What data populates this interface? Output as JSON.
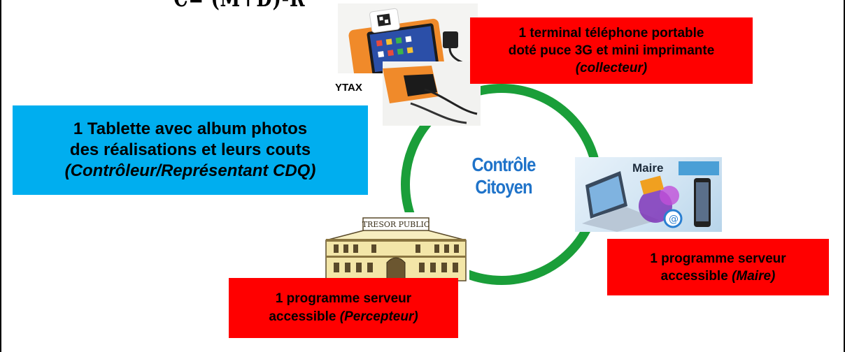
{
  "formula": "C= (M+D)-R",
  "center": {
    "line1": "Contrôle",
    "line2": "Citoyen"
  },
  "terminal": {
    "line1": "1 terminal téléphone portable",
    "line2": "doté puce 3G et mini imprimante",
    "line3": "(collecteur)",
    "device_label": "YTAX"
  },
  "tablette": {
    "line1": "1 Tablette avec album photos",
    "line2": "des réalisations et leurs couts",
    "line3": "(Contrôleur/Représentant CDQ)"
  },
  "maire": {
    "photo_label": "Maire",
    "line1": "1 programme serveur",
    "line2_prefix": "accessible",
    "line2_role": "(Maire)"
  },
  "percepteur": {
    "building_sign": "TRESOR PUBLIC",
    "line1": "1 programme serveur",
    "line2_prefix": "accessible",
    "line2_role": "(Percepteur)"
  },
  "colors": {
    "red_box": "#ff0000",
    "blue_box": "#00aeef",
    "ring": "#1a9e39",
    "center_text": "#1f73c9"
  }
}
